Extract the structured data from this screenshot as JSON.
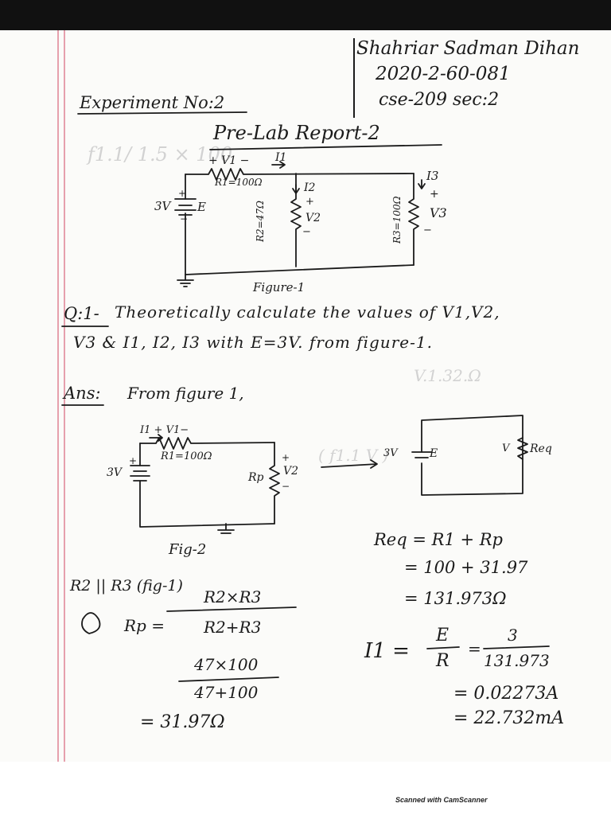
{
  "header": {
    "name": "Shahriar Sadman Dihan",
    "student_id": "2020-2-60-081",
    "course": "cse-209 sec:2",
    "experiment": "Experiment No:2",
    "report_title": "Pre-Lab Report-2"
  },
  "figure1": {
    "labels": {
      "v1": "+ V1 −",
      "i1": "I1",
      "r1": "R1=100Ω",
      "i2": "I2",
      "i3": "I3",
      "r2": "R2=47Ω",
      "r3": "R3=100Ω",
      "v2": "V2",
      "v3": "V3",
      "source": "3V",
      "e": "E",
      "plus": "+",
      "minus": "−"
    },
    "caption": "Figure-1"
  },
  "question": {
    "label": "Q:1-",
    "line1": "Theoretically calculate the values of V1,V2,",
    "line2": "V3 & I1, I2, I3 with E=3V. from figure-1."
  },
  "answer": {
    "label": "Ans:",
    "intro": "From figure 1,"
  },
  "figure2": {
    "labels": {
      "i1v1": "I1 + V1−",
      "r1": "R1=100Ω",
      "source": "3V",
      "rp": "Rp",
      "v2": "V2",
      "plus": "+",
      "minus": "−"
    },
    "caption": "Fig-2",
    "equiv": {
      "source": "3V",
      "e": "E",
      "req": "Req",
      "v": "V"
    }
  },
  "calc_left": {
    "parallel": "R2 || R3 (fig-1)",
    "rp": "Rp =",
    "num": "R2×R3",
    "den": "R2+R3",
    "num2": "47×100",
    "den2": "47+100",
    "result": "= 31.97Ω"
  },
  "calc_right": {
    "req1": "Req = R1 + Rp",
    "req2": "= 100 + 31.97",
    "req3": "= 131.973Ω",
    "i1_lhs": "I1 =",
    "frac1_num": "E",
    "frac1_den": "R",
    "eq": "=",
    "frac2_num": "3",
    "frac2_den": "131.973",
    "i1_val1": "= 0.02273A",
    "i1_val2": "= 22.732mA"
  },
  "footer": {
    "scanner": "Scanned with CamScanner"
  }
}
